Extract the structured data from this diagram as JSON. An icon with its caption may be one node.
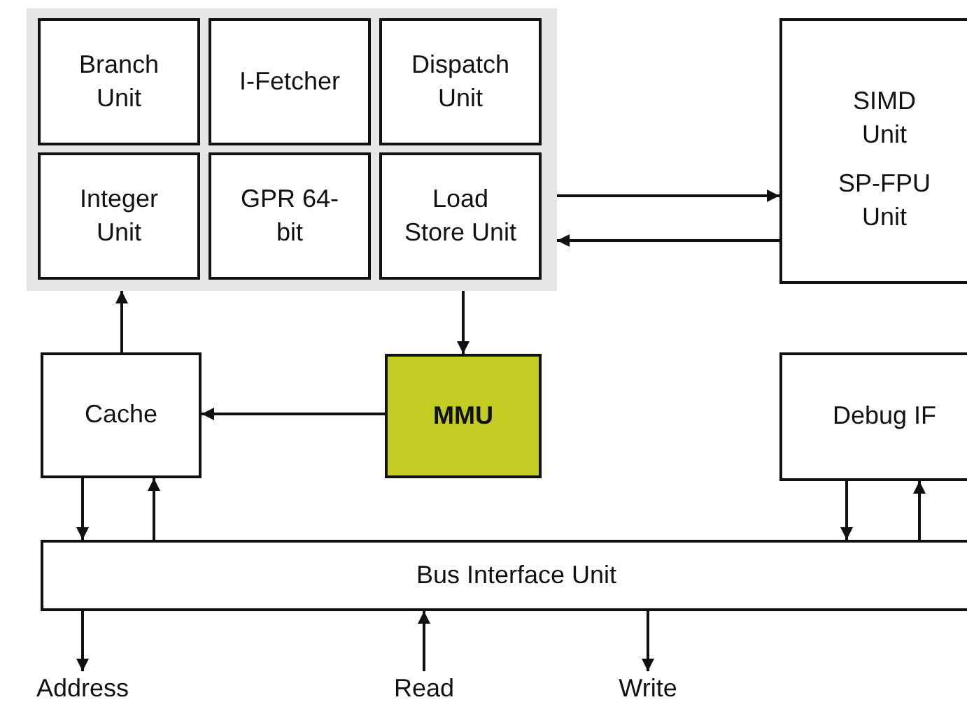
{
  "diagram": {
    "nodes": [
      {
        "text": [],
        "shape": "box"
      },
      {
        "text": [
          "Branch Unit"
        ],
        "in": 0
      },
      {
        "text": [
          "I-Fetcher"
        ],
        "in": 0
      },
      {
        "text": [
          "Dispatch Unit"
        ],
        "in": 0
      },
      {
        "text": [
          "Integer Unit"
        ],
        "in": 0
      },
      {
        "text": [
          "GPR 64-bit"
        ],
        "in": 0
      },
      {
        "text": [
          "Load Store Unit"
        ],
        "in": 0
      },
      {
        "text": [
          "SIMD Unit",
          "SP-FPU Unit"
        ]
      },
      {
        "text": [
          "Cache"
        ]
      },
      {
        "text": [
          "MMU"
        ]
      },
      {
        "text": [
          "Debug IF"
        ]
      },
      {
        "text": [
          "Bus Interface Unit"
        ]
      },
      {
        "text": [
          "Address"
        ]
      },
      {
        "text": [
          "Read"
        ]
      },
      {
        "text": [
          "Write"
        ]
      }
    ],
    "edges": [
      {
        "from": 0,
        "to": 7,
        "arrow": "to"
      },
      {
        "from": 7,
        "to": 0,
        "arrow": "to"
      },
      {
        "from": 8,
        "to": 0,
        "arrow": "to"
      },
      {
        "from": 0,
        "to": 9,
        "arrow": "to"
      },
      {
        "from": 9,
        "to": 8,
        "arrow": "to"
      },
      {
        "from": 8,
        "to": 11,
        "arrow": "to"
      },
      {
        "from": 11,
        "to": 8,
        "arrow": "to"
      },
      {
        "from": 10,
        "to": 11,
        "arrow": "to"
      },
      {
        "from": 11,
        "to": 10,
        "arrow": "to"
      },
      {
        "from": 11,
        "to": 12,
        "arrow": "to"
      },
      {
        "from": 13,
        "to": 11,
        "arrow": "to"
      },
      {
        "from": 11,
        "to": 14,
        "arrow": "to"
      }
    ]
  }
}
